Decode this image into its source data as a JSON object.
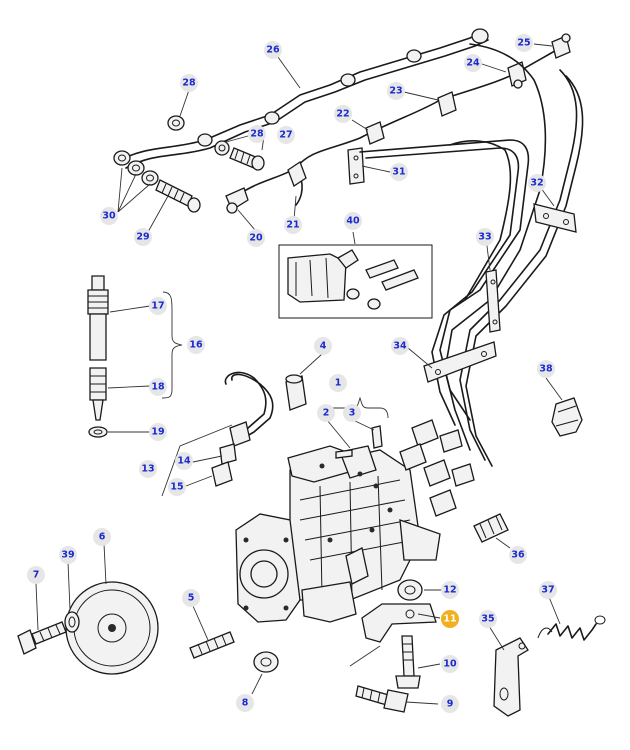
{
  "callouts": {
    "c1": "1",
    "c2": "2",
    "c3": "3",
    "c4": "4",
    "c5": "5",
    "c6": "6",
    "c7": "7",
    "c8": "8",
    "c9": "9",
    "c10": "10",
    "c11": "11",
    "c12": "12",
    "c13": "13",
    "c14": "14",
    "c15": "15",
    "c16": "16",
    "c17": "17",
    "c18": "18",
    "c19": "19",
    "c20": "20",
    "c21": "21",
    "c22": "22",
    "c23": "23",
    "c24": "24",
    "c25": "25",
    "c26": "26",
    "c27": "27",
    "c28a": "28",
    "c28b": "28",
    "c29": "29",
    "c30": "30",
    "c31": "31",
    "c32": "32",
    "c33": "33",
    "c34": "34",
    "c35": "35",
    "c36": "36",
    "c37": "37",
    "c38": "38",
    "c39": "39",
    "c40": "40"
  },
  "colors": {
    "callout_text": "#1a2ad0",
    "callout_bg": "#e6e6e6",
    "highlight": "#f2b01e"
  },
  "highlighted_callout": "11"
}
